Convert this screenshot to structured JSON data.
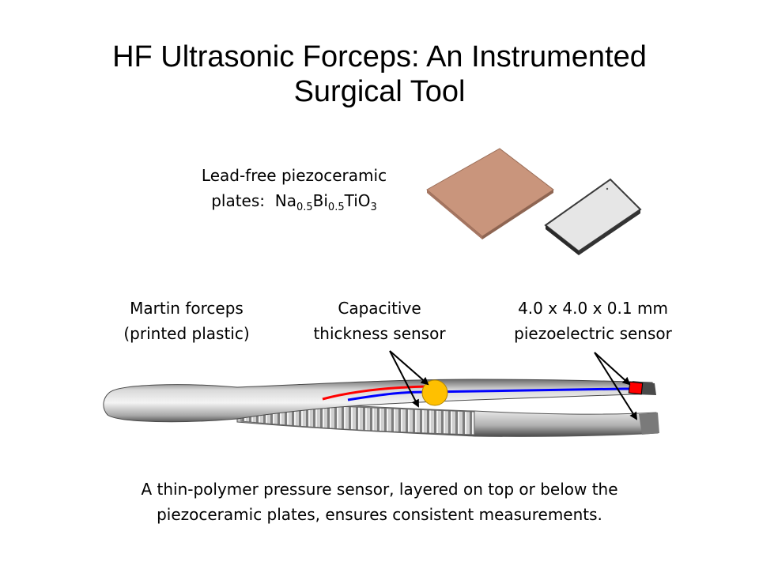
{
  "title": {
    "line1": "HF Ultrasonic Forceps:  An Instrumented",
    "line2": "Surgical Tool"
  },
  "plates_label": {
    "line1": "Lead-free piezoceramic",
    "line2_prefix": "plates:  ",
    "formula": [
      {
        "text": "Na",
        "sub": "0.5"
      },
      {
        "text": "Bi",
        "sub": "0.5"
      },
      {
        "text": "TiO",
        "sub": "3"
      }
    ]
  },
  "forceps_label": {
    "line1": "Martin forceps",
    "line2": "(printed plastic)"
  },
  "capacitive_label": {
    "line1": "Capacitive",
    "line2": "thickness sensor"
  },
  "piezo_label": {
    "line1": "4.0 x 4.0 x 0.1 mm",
    "line2": "piezoelectric sensor"
  },
  "caption": {
    "line1": "A thin-polymer pressure sensor, layered on top or below the",
    "line2": "piezoceramic plates, ensures consistent measurements."
  },
  "colors": {
    "copper_plate": "#c9957c",
    "white_plate": "#e6e6e6",
    "red_wire": "#ff0000",
    "blue_wire": "#0000ff",
    "capacitive_sensor": "#ffc000",
    "piezo_sensor": "#ff0000",
    "arrow": "#000000"
  }
}
